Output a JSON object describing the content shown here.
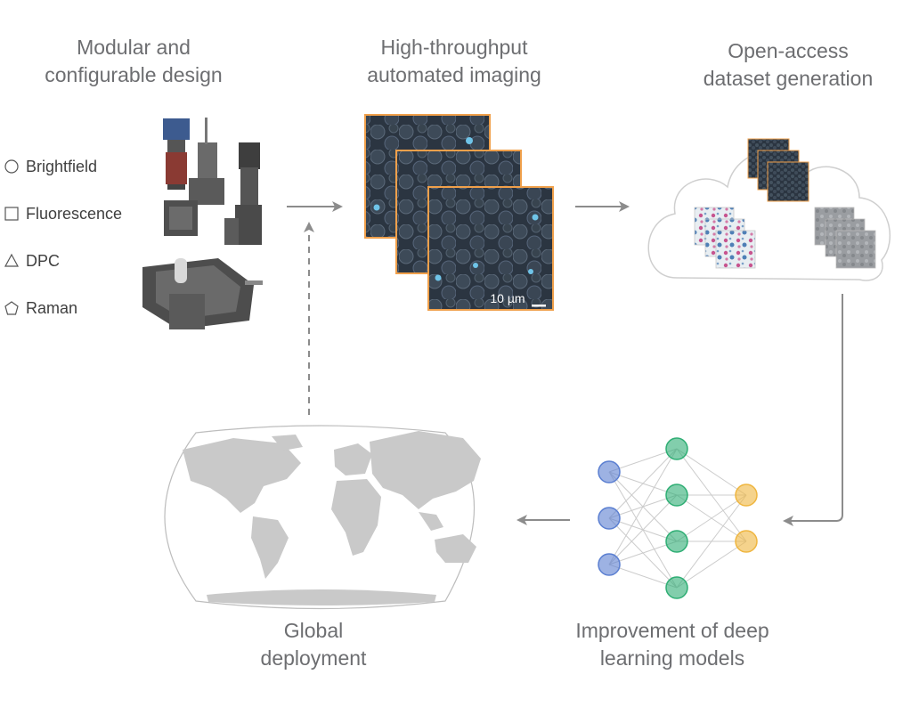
{
  "steps": {
    "modular": {
      "line1": "Modular and",
      "line2": "configurable design"
    },
    "imaging": {
      "line1": "High-throughput",
      "line2": "automated imaging"
    },
    "dataset": {
      "line1": "Open-access",
      "line2": "dataset generation"
    },
    "deep_learning": {
      "line1": "Improvement of deep",
      "line2": "learning models"
    },
    "deployment": {
      "line1": "Global",
      "line2": "deployment"
    }
  },
  "modalities": [
    {
      "shape": "circle-outline-icon",
      "label": "Brightfield"
    },
    {
      "shape": "square-outline-icon",
      "label": "Fluorescence"
    },
    {
      "shape": "triangle-outline-icon",
      "label": "DPC"
    },
    {
      "shape": "pentagon-outline-icon",
      "label": "Raman"
    }
  ],
  "scale_bar": {
    "label": "10 µm"
  },
  "neural_network": {
    "layers": [
      {
        "nodes": 3,
        "color": "#5b7fd1"
      },
      {
        "nodes": 4,
        "color": "#2fae74"
      },
      {
        "nodes": 2,
        "color": "#efb640"
      }
    ]
  },
  "colors": {
    "text": "#6d6e71",
    "arrow": "#8c8c8c",
    "frame_border": "#f0a04b",
    "cell_background": "#2b3541",
    "land": "#c9c9c9",
    "cloud_outline": "#cfcfcf"
  }
}
